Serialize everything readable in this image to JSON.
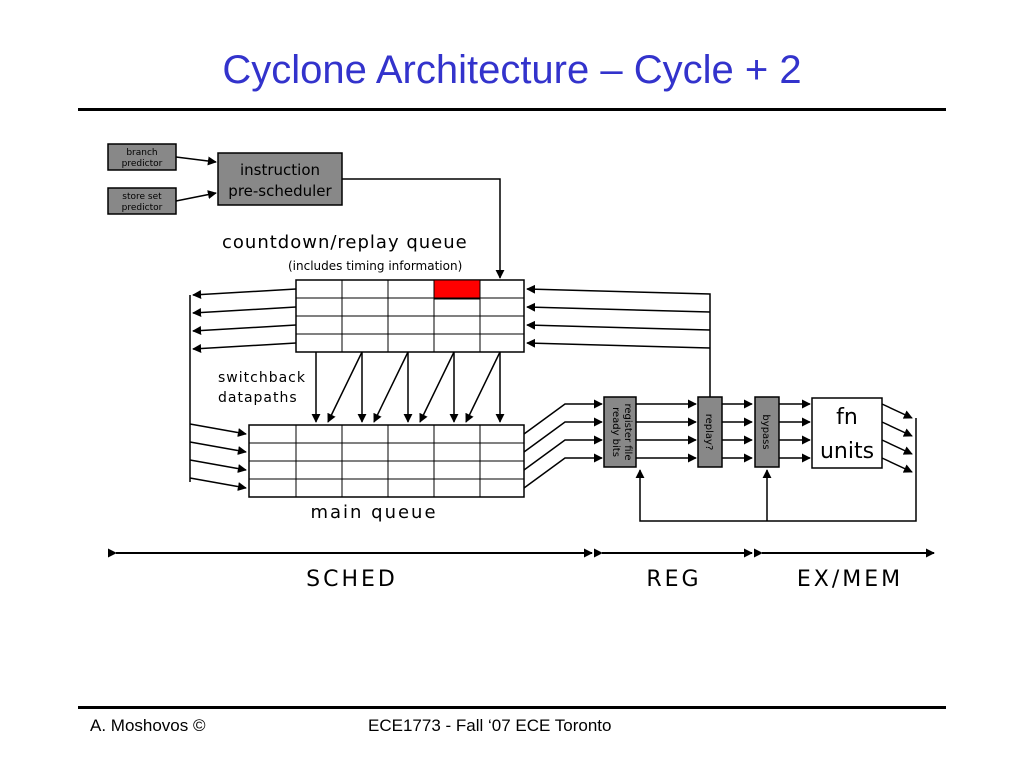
{
  "slide": {
    "title": "Cyclone Architecture – Cycle + 2",
    "footer_left": "A. Moshovos ©",
    "footer_center": "ECE1773 - Fall ‘07 ECE Toronto"
  },
  "diagram": {
    "branch_predictor": [
      "branch",
      "predictor"
    ],
    "store_set_predictor": [
      "store set",
      "predictor"
    ],
    "pre_scheduler": [
      "instruction",
      "pre-scheduler"
    ],
    "countdown_queue_label": "countdown/replay queue",
    "countdown_queue_note": "(includes timing information)",
    "switchback_label": [
      "switchback",
      "datapaths"
    ],
    "main_queue_label": "main queue",
    "register_file": [
      "register file",
      "ready bits"
    ],
    "replay": "replay?",
    "bypass": "bypass",
    "fn_units": [
      "fn",
      "units"
    ],
    "stages": [
      "SCHED",
      "REG",
      "EX/MEM"
    ],
    "colors": {
      "box_fill": "#888888",
      "highlight": "#ff0000",
      "title": "#3333cc"
    }
  }
}
